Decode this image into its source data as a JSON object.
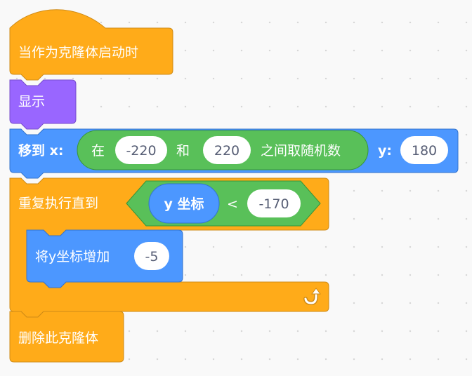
{
  "colors": {
    "events": "#FFAB19",
    "events_stroke": "#CF8B17",
    "looks": "#9966FF",
    "looks_stroke": "#774DCB",
    "motion": "#4C97FF",
    "motion_stroke": "#3373CC",
    "operators": "#59C059",
    "operators_stroke": "#389438",
    "input_text": "#575E75"
  },
  "blocks": {
    "hat": {
      "label": "当作为克隆体启动时"
    },
    "show": {
      "label": "显示"
    },
    "goto": {
      "x_label": "移到 x:",
      "y_label": "y:",
      "y_value": "180",
      "random": {
        "label": "在",
        "from": "-220",
        "and_label": "和",
        "to": "220",
        "suffix": "之间取随机数"
      }
    },
    "repeat_until": {
      "label": "重复执行直到",
      "condition": {
        "reporter": "y 坐标",
        "operator": "<",
        "value": "-170"
      },
      "loop_icon": "loop-arrow-icon"
    },
    "change_y": {
      "label": "将y坐标增加",
      "value": "-5"
    },
    "delete_clone": {
      "label": "删除此克隆体"
    }
  }
}
